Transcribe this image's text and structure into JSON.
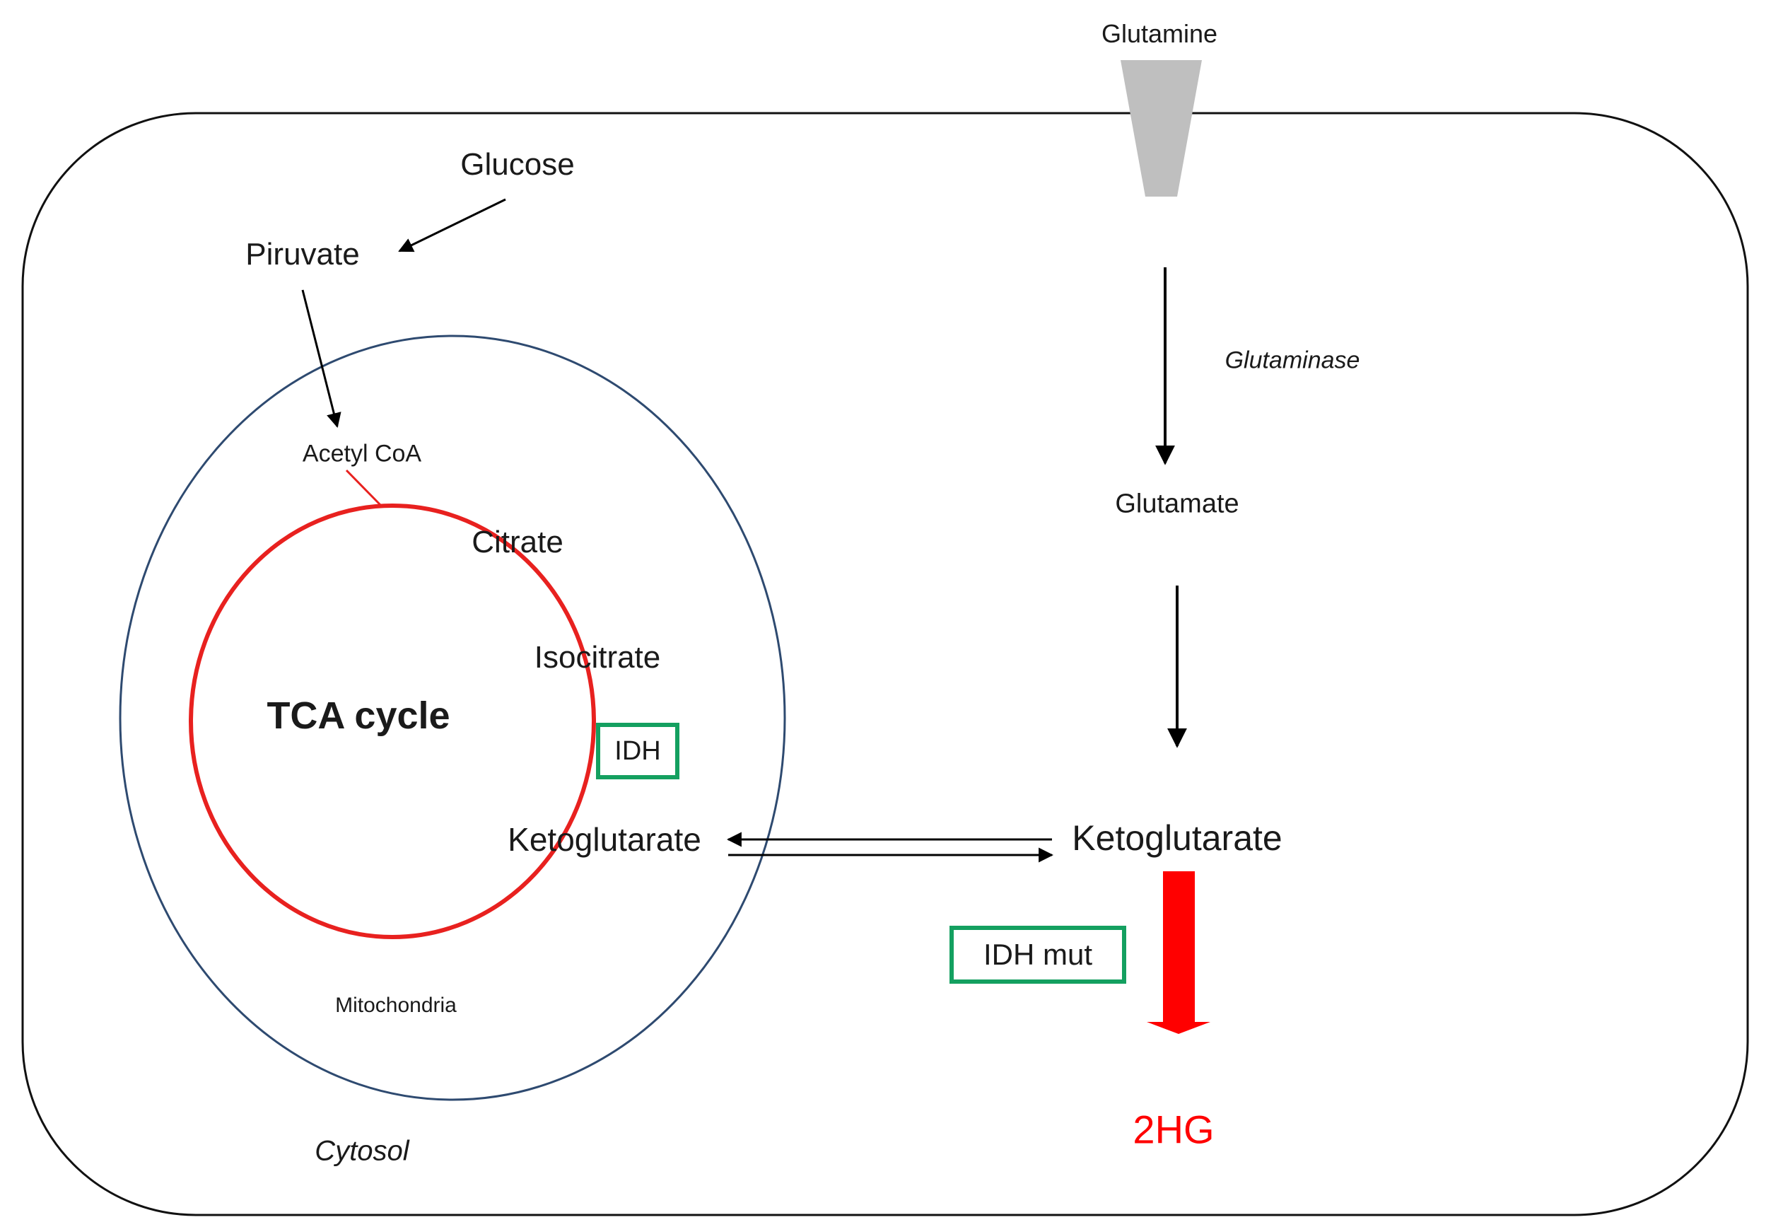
{
  "labels": {
    "glutamine": "Glutamine",
    "glucose": "Glucose",
    "piruvate": "Piruvate",
    "acetyl_coa": "Acetyl CoA",
    "citrate": "Citrate",
    "isocitrate": "Isocitrate",
    "tca_cycle": "TCA cycle",
    "idh": "IDH",
    "ketoglutarate_mito": "Ketoglutarate",
    "mitochondria": "Mitochondria",
    "cytosol": "Cytosol",
    "glutaminase": "Glutaminase",
    "glutamate": "Glutamate",
    "ketoglutarate_cyto": "Ketoglutarate",
    "idh_mut": "IDH mut",
    "two_hg": "2HG"
  },
  "colors": {
    "tca_ring": "#e8211f",
    "mitochondria_outline": "#2e4a70",
    "enzyme_box": "#14a060",
    "transporter": "#bfbfbf",
    "mut_arrow": "#ff0000",
    "product_text": "#ff0000"
  }
}
